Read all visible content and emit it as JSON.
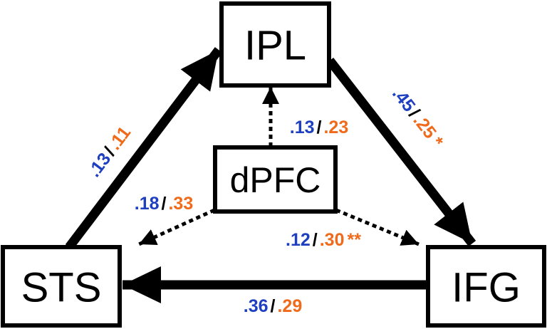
{
  "colors": {
    "blue": "#1f3fc1",
    "orange": "#ef6a1a",
    "slash": "#000000",
    "ink": "#000000"
  },
  "nodes": {
    "ipl": {
      "label": "IPL"
    },
    "sts": {
      "label": "STS"
    },
    "ifg": {
      "label": "IFG"
    },
    "dpfc": {
      "label": "dPFC"
    }
  },
  "edges": {
    "sts_ipl": {
      "blue": ".13",
      "slash": "/",
      "orange": ".11",
      "mark": "",
      "style": "solid"
    },
    "ipl_ifg": {
      "blue": ".45",
      "slash": "/",
      "orange": ".25",
      "mark": "*",
      "style": "solid"
    },
    "ifg_sts": {
      "blue": ".36",
      "slash": "/",
      "orange": ".29",
      "mark": "",
      "style": "solid"
    },
    "dpfc_ipl": {
      "blue": ".13",
      "slash": "/",
      "orange": ".23",
      "mark": "",
      "style": "dotted"
    },
    "dpfc_sts": {
      "blue": ".18",
      "slash": "/",
      "orange": ".33",
      "mark": "",
      "style": "dotted"
    },
    "dpfc_ifg": {
      "blue": ".12",
      "slash": "/",
      "orange": ".30",
      "mark": "**",
      "style": "dotted"
    }
  }
}
